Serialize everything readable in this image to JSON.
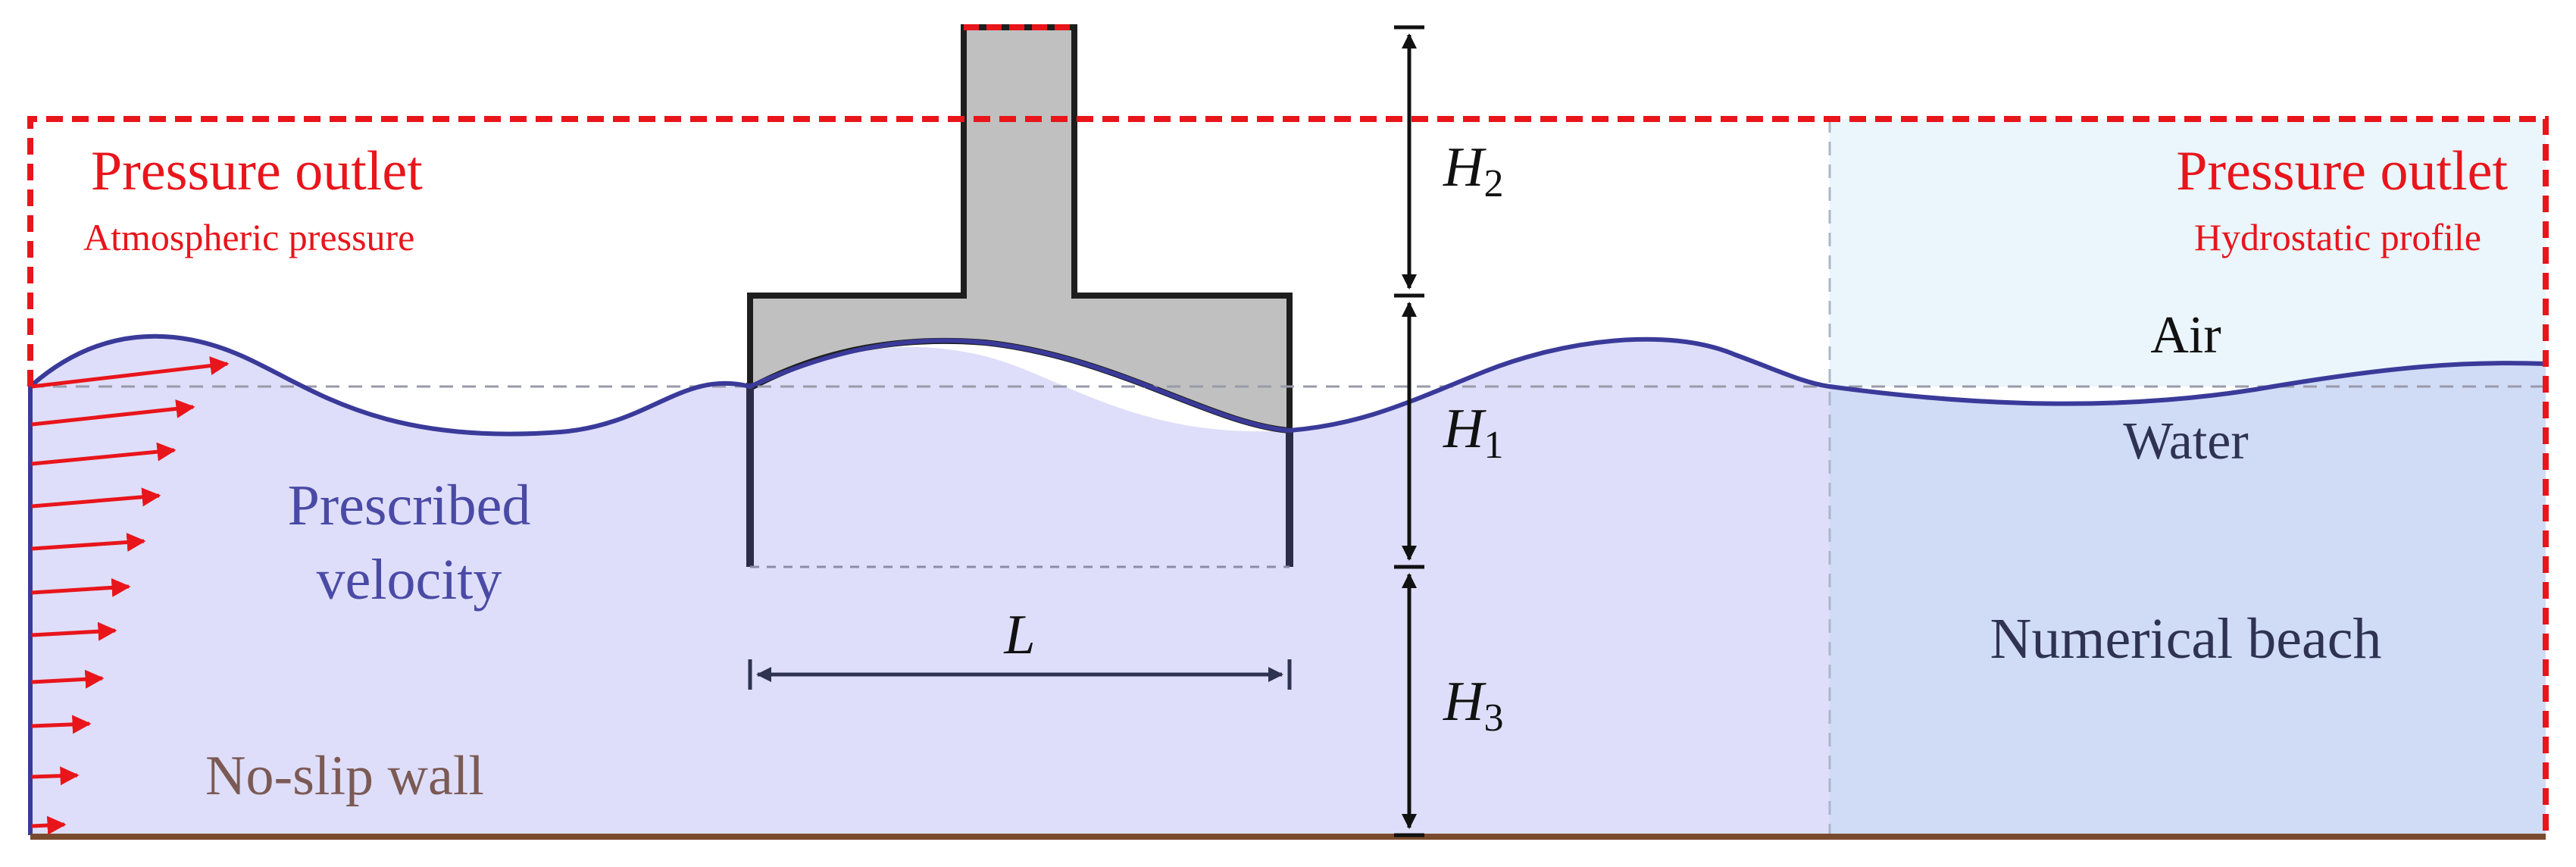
{
  "labels": {
    "outlet_left_title": "Pressure outlet",
    "outlet_left_sub": "Atmospheric pressure",
    "outlet_right_title": "Pressure outlet",
    "outlet_right_sub": "Hydrostatic profile",
    "air": "Air",
    "water": "Water",
    "inlet": [
      "Prescribed",
      "velocity"
    ],
    "beach": "Numerical beach",
    "wall": "No-slip wall"
  },
  "dimensions": {
    "h2": {
      "base": "H",
      "sub": "2"
    },
    "h1": {
      "base": "H",
      "sub": "1"
    },
    "h3": {
      "base": "H",
      "sub": "3"
    },
    "l": "L"
  },
  "colors": {
    "boundary_red": "#e8151b",
    "water_fill": "#dedefa",
    "beach_water_fill": "#d0dbf6",
    "beach_air_fill": "#eaf5fc",
    "free_surface": "#3a3a9a",
    "device_fill": "#c0c0c0",
    "wall_brown": "#7a4a2e",
    "dimension_dark": "#2f3352"
  }
}
